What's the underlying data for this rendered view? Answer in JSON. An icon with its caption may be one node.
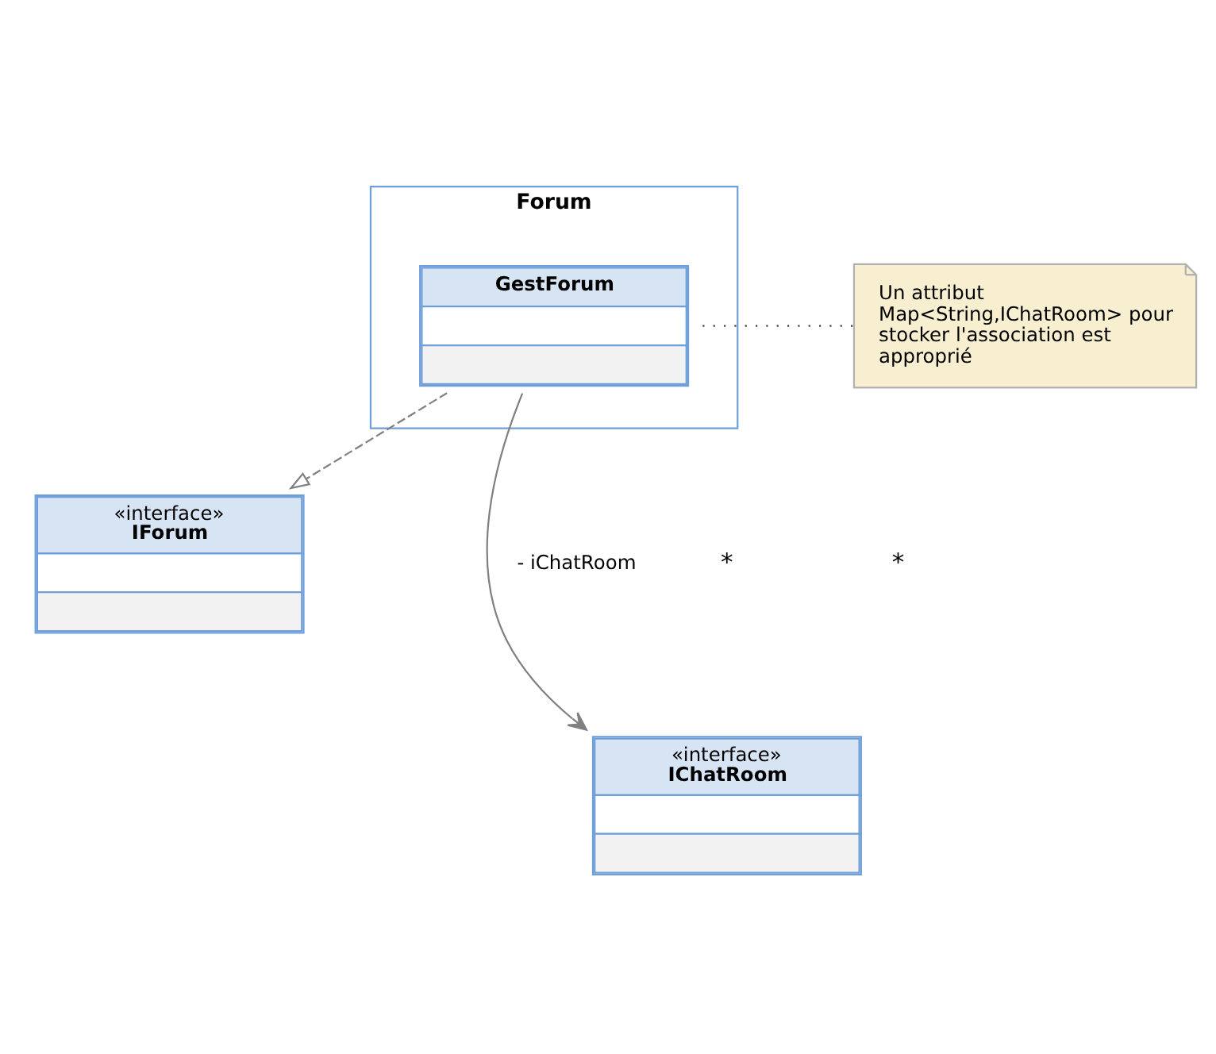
{
  "diagram": {
    "nodes": [
      {
        "text": [
          "«interface»",
          "IForum"
        ]
      },
      {
        "text": [
          "Forum"
        ]
      },
      {
        "text": [
          "GestForum"
        ],
        "in": 1
      },
      {
        "text": [
          "Un attribut Map<String,IChatRoom> pour stocker l'association est approprié"
        ]
      },
      {
        "text": [
          "«interface»",
          "IChatRoom"
        ]
      }
    ],
    "edges": [
      {
        "from": 2,
        "to": 0,
        "arrow": "to",
        "style": "dashed"
      },
      {
        "from": 2,
        "to": 4,
        "arrow": "to",
        "label": "- iChatRoom"
      },
      {
        "from": 2,
        "to": 3,
        "arrow": "none",
        "style": "dashed",
        "color": "#404040"
      }
    ],
    "labels": [
      "*",
      "*"
    ]
  }
}
